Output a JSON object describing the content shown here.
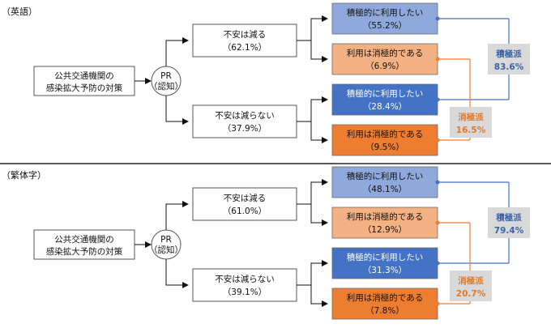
{
  "sections": [
    {
      "title": "（英語）",
      "measure": [
        "公共交通機関の",
        "感染拡大予防の対策"
      ],
      "pr": [
        "PR",
        "（認知）"
      ],
      "mid": [
        {
          "label": "不安は減る",
          "value": "（62.1%）"
        },
        {
          "label": "不安は減らない",
          "value": "（37.9%）"
        }
      ],
      "right": [
        {
          "label": "積極的に利用したい",
          "value": "（55.2%）"
        },
        {
          "label": "利用は消極的である",
          "value": "（6.9%）"
        },
        {
          "label": "積極的に利用したい",
          "value": "（28.4%）"
        },
        {
          "label": "利用は消極的である",
          "value": "（9.5%）"
        }
      ],
      "summary_pos": {
        "label": "積極派",
        "value": "83.6%"
      },
      "summary_neg": {
        "label": "消極派",
        "value": "16.5%"
      }
    },
    {
      "title": "（繁体字）",
      "measure": [
        "公共交通機関の",
        "感染拡大予防の対策"
      ],
      "pr": [
        "PR",
        "（認知）"
      ],
      "mid": [
        {
          "label": "不安は減る",
          "value": "（61.0%）"
        },
        {
          "label": "不安は減らない",
          "value": "（39.1%）"
        }
      ],
      "right": [
        {
          "label": "積極的に利用したい",
          "value": "（48.1%）"
        },
        {
          "label": "利用は消極的である",
          "value": "（12.9%）"
        },
        {
          "label": "積極的に利用したい",
          "value": "（31.3%）"
        },
        {
          "label": "利用は消極的である",
          "value": "（7.8%）"
        }
      ],
      "summary_pos": {
        "label": "積極派",
        "value": "79.4%"
      },
      "summary_neg": {
        "label": "消極派",
        "value": "20.7%"
      }
    }
  ],
  "colors": {
    "light_blue": "#8fa9dc",
    "dark_blue": "#4472c4",
    "light_orange": "#f4b183",
    "dark_orange": "#ed7d31",
    "summary_bg": "#d9d9d9",
    "positive_text": "#3b63a8",
    "negative_text": "#e07a2a"
  }
}
